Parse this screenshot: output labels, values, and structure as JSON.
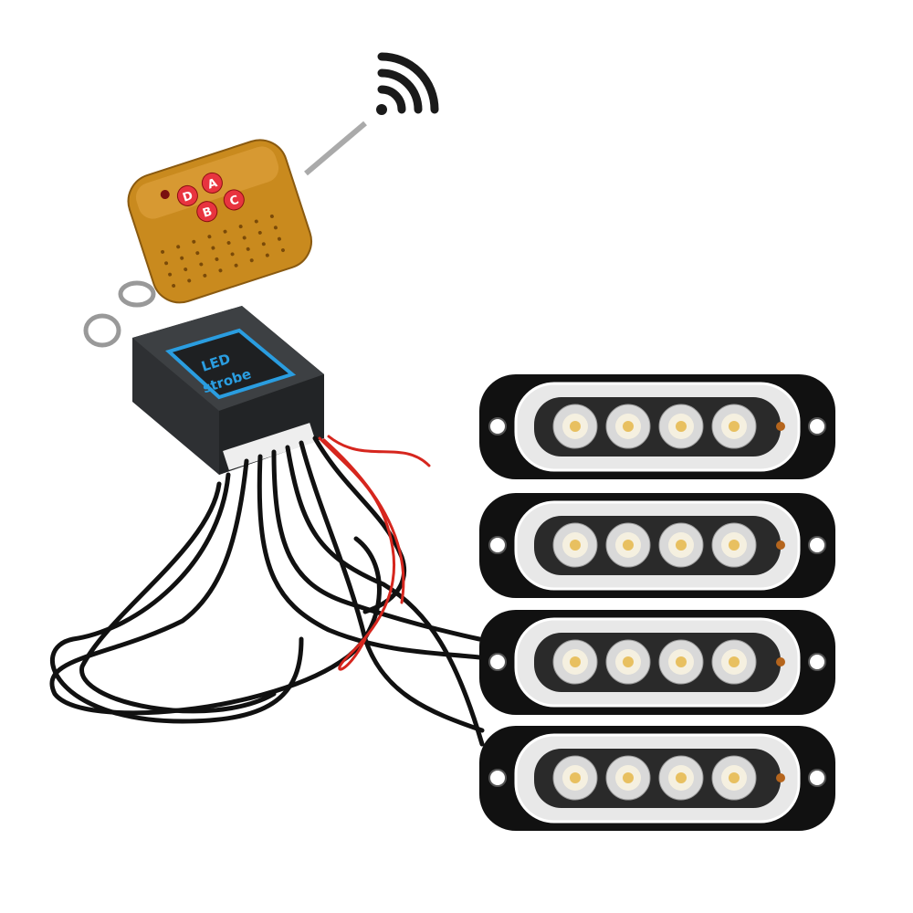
{
  "remote": {
    "buttons": [
      "D",
      "A",
      "B",
      "C"
    ],
    "body_color": "#c98a1e",
    "button_color": "#e8343f"
  },
  "controller": {
    "label_line1": "LED",
    "label_line2": "strobe",
    "body_color": "#2e3033",
    "label_color": "#2a9de0"
  },
  "light_bars": {
    "count": 4,
    "leds_per_bar": 4,
    "housing_color": "#111111"
  },
  "icons": {
    "wireless": "wifi-signal-icon"
  }
}
